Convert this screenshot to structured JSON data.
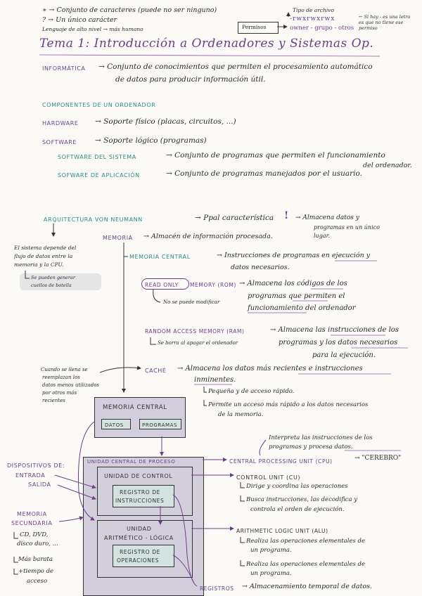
{
  "top": {
    "l1": "∗ → Conjunto de caracteres (puede no ser ninguno)",
    "l2": "? → Un único carácter",
    "l3": "Lenguaje de alto nivel → más humano",
    "permisos": "Permisos",
    "tipo": "Tipo de archivo",
    "rwx": "-rwxrwxrwx",
    "owner": "owner - grupo - otros",
    "si_hay": "← Si hay - es una letra es que no tiene ese permiso"
  },
  "title": "Tema 1: Introducción a Ordenadores y Sistemas Op.",
  "informatica": {
    "label": "INFORMÁTICA",
    "text1": "→ Conjunto de conocimientos que permiten el procesamiento automático",
    "text2": "de datos para producir información útil."
  },
  "componentes": "COMPONENTES DE UN ORDENADOR",
  "hardware": {
    "label": "HARDWARE",
    "text": "→ Soporte físico (placas, circuitos, ...)"
  },
  "software": {
    "label": "SOFTWARE",
    "text": "→ Soporte lógico (programas)"
  },
  "sw_sistema": {
    "label": "SOFTWARE DEL SISTEMA",
    "text1": "→ Conjunto de programas que permiten el funcionamiento",
    "text2": "del ordenador."
  },
  "sw_aplicacion": {
    "label": "SOFWARE DE APLICACIÓN",
    "text": "→ Conjunto de programas manejados por el usuario."
  },
  "neumann": {
    "label": "ARQUITECTURA VON NEUMANN",
    "ppal": "→ Ppal característica",
    "excl": "!",
    "almacena1": "→ Almacena datos y",
    "almacena2": "programas en un único",
    "almacena3": "lugar."
  },
  "memoria": {
    "label": "MEMORIA",
    "text": "→ Almacén de información procesada."
  },
  "side_note": {
    "l1": "El sistema depende del",
    "l2": "flujo de datos entre la",
    "l3": "memoria y la CPU.",
    "l4": "Se pueden generar",
    "l5": "cuellos de botella"
  },
  "mem_central": {
    "label": "MEMORIA CENTRAL",
    "text1": "→ Instrucciones de programas en ejecución y",
    "text2": "datos necesarios."
  },
  "rom": {
    "read_only": "READ ONLY",
    "label": "MEMORY (ROM)",
    "text1": "→ Almacena los códigos de los",
    "text2": "programas que permiten el",
    "text3": "funcionamiento del ordenador",
    "nomod": "No se puede modificar"
  },
  "ram": {
    "label": "RANDOM ACCESS MEMORY (RAM)",
    "text1": "→ Almacena las instrucciones de los",
    "text2": "programas y los datos necesarios",
    "text3": "para la ejecución.",
    "borra": "Se borra al apagar el ordenador"
  },
  "cache": {
    "label": "CACHÉ",
    "text1": "→ Almacena los datos más recientes e instrucciones",
    "text2": "inminentes.",
    "p1": "Pequeña y de acceso rápido.",
    "p2": "Permite un acceso más rápido a los datos necesarios",
    "p3": "de la memoria."
  },
  "cache_note": {
    "l1": "Cuando se llena se",
    "l2": "reemplazan los",
    "l3": "datos menos utilizados",
    "l4": "por otros más",
    "l5": "recientes"
  },
  "diagram": {
    "mem_central": "MEMORIA CENTRAL",
    "datos": "DATOS",
    "programas": "PROGRAMAS",
    "ucp": "UNIDAD CENTRAL DE PROCESO",
    "uc": "UNIDAD DE CONTROL",
    "reg_inst1": "REGISTRO DE",
    "reg_inst2": "INSTRUCCIONES",
    "alu1": "UNIDAD",
    "alu2": "ARITMÉTICO - LÓGICA",
    "reg_op1": "REGISTRO DE",
    "reg_op2": "OPERACIONES"
  },
  "dispositivos": {
    "l1": "DISPOSITIVOS DE:",
    "l2": "ENTRADA",
    "l3": "SALIDA"
  },
  "mem_secundaria": {
    "l1": "MEMORIA",
    "l2": "SECUNDARIA",
    "i1": "CD, DVD,",
    "i2": "disco duro, ...",
    "i3": "Más barata",
    "i4": "+tiempo de",
    "i5": "acceso"
  },
  "cpu": {
    "interpreta1": "Interpreta las instrucciones de los",
    "interpreta2": "programas y procesa datos.",
    "label": "CENTRAL PROCESSING UNIT (CPU)",
    "cerebro": "→ \"CEREBRO\""
  },
  "cu": {
    "label": "CONTROL UNIT (CU)",
    "t1": "Dirige y coordina las operaciones",
    "t2": "Busca instrucciones, las decodifica y",
    "t3": "controla el orden de ejecución."
  },
  "alu": {
    "label": "ARITHMETIC LOGIC UNIT (ALU)",
    "t1": "Realiza las operaciones elementales de",
    "t2": "un programa.",
    "t3": "Realiza las operaciones elementales de",
    "t4": "un programa."
  },
  "registros": {
    "label": "REGISTROS",
    "text": "→ Almacenamiento temporal de datos."
  }
}
